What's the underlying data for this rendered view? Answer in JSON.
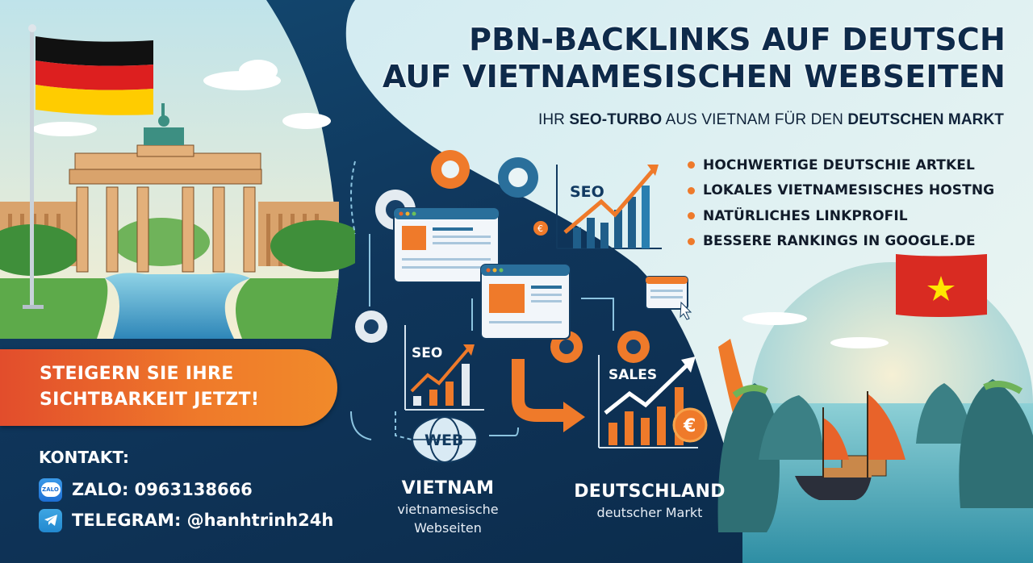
{
  "headline": {
    "line1": "PBN-BACKLINKS AUF DEUTSCH",
    "line2": "AUF VIETNAMESISCHEN WEBSEITEN"
  },
  "subline": {
    "part1": "IHR ",
    "part2_bold": "SEO-TURBO",
    "part3": " AUS VIETNAM FÜR DEN ",
    "part4_bold": "DEUTSCHEN MARKT"
  },
  "bullets": [
    {
      "text": "HOCHWERTIGE DEUTSCHIE ARTKEL"
    },
    {
      "text": "LOKALES VIETNAMESISCHES HOSTNG"
    },
    {
      "text": "NATÜRLICHES LINKPROFIL"
    },
    {
      "text": "BESSERE RANKINGS IN GOOGLE.DE"
    }
  ],
  "cta": {
    "line1": "STEIGERN SIE IHRE",
    "line2": "SICHTBARKEIT JETZT!"
  },
  "contact": {
    "heading": "KONTAKT:",
    "zalo": {
      "icon": "zalo-icon",
      "icon_text": "ZALO",
      "label": "ZALO: 0963138666"
    },
    "telegram": {
      "icon": "telegram-icon",
      "label": "TELEGRAM: @hanhtrinh24h"
    }
  },
  "diagram": {
    "seo_chart_top_label": "SEO",
    "seo_chart_small_label": "SEO",
    "sales_chart_label": "SALES",
    "web_globe_label": "WEB",
    "euro_symbol": "€"
  },
  "labels": {
    "vietnam": {
      "title": "VIETNAM",
      "sub1": "vietnamesische",
      "sub2": "Webseiten"
    },
    "deutschland": {
      "title": "DEUTSCHLAND",
      "sub1": "deutscher Markt"
    }
  },
  "colors": {
    "navy": "#0f355a",
    "headline": "#0e2a4a",
    "accent_orange": "#ef7a2a",
    "accent_red": "#e24d2c",
    "light_bg": "#e3f1f4",
    "flag_de": [
      "#111111",
      "#dd1f1f",
      "#ffcc00"
    ],
    "flag_vn": [
      "#d92b22",
      "#ffe600"
    ]
  }
}
